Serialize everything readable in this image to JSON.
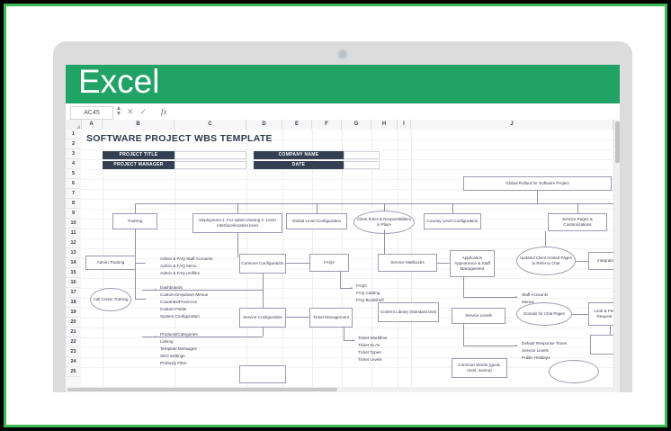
{
  "app": {
    "name": "Excel",
    "banner_color": "#21a366"
  },
  "formula_bar": {
    "name_box_value": "AC45",
    "cancel_icon": "×",
    "confirm_icon": "✓",
    "function_icon": "fx",
    "input_value": ""
  },
  "sheet": {
    "columns": [
      "A",
      "B",
      "C",
      "D",
      "E",
      "F",
      "G",
      "H",
      "I",
      "J"
    ],
    "rows": [
      "1",
      "2",
      "3",
      "4",
      "5",
      "6",
      "7",
      "8",
      "9",
      "10",
      "11",
      "12",
      "13",
      "14",
      "15",
      "16",
      "17",
      "18",
      "19",
      "20",
      "21",
      "22",
      "23",
      "24",
      "25"
    ],
    "title": "SOFTWARE PROJECT WBS TEMPLATE",
    "header_fields": [
      {
        "label": "PROJECT TITLE",
        "value": ""
      },
      {
        "label": "COMPANY NAME",
        "value": ""
      },
      {
        "label": "PROJECT MANAGER",
        "value": ""
      },
      {
        "label": "DATE",
        "value": ""
      }
    ],
    "header_label_color": "#343f52"
  },
  "diagram": {
    "root": "Global Rollout for Software Project",
    "nodes": [
      {
        "id": "training",
        "label": "Training"
      },
      {
        "id": "deployment",
        "label": "Deployment\n1. For admin training\n2. Level interface/location level"
      },
      {
        "id": "global-level-configuration",
        "label": "Global Level\nConfiguration"
      },
      {
        "id": "client-roles",
        "label": "Client Roles &\nResponsibilities in\nPlace"
      },
      {
        "id": "country-level-configuration",
        "label": "Country Level\nConfiguration"
      },
      {
        "id": "service-pages-customizations",
        "label": "Service Pages &\nCustomizations"
      },
      {
        "id": "admin-training",
        "label": "Admin Training"
      },
      {
        "id": "call-center-training",
        "label": "Call\nCenter\nTraining"
      },
      {
        "id": "common-configuration",
        "label": "Common\nConfiguration"
      },
      {
        "id": "faqs",
        "label": "FAQs"
      },
      {
        "id": "service-mailboxes",
        "label": "Service Mailboxes"
      },
      {
        "id": "application-appearance",
        "label": "Application\nAppearance\n& Staff\nManagement"
      },
      {
        "id": "updated-client-hosted-pages",
        "label": "Updated Client\nHosted Pages\nto Refer to\nChat"
      },
      {
        "id": "integrations",
        "label": "Integrations"
      },
      {
        "id": "service-configuration",
        "label": "Service\nConfiguration"
      },
      {
        "id": "ticket-management",
        "label": "Ticket\nManagement"
      },
      {
        "id": "content-library",
        "label": "Content Library\n(standard text)"
      },
      {
        "id": "service-levels",
        "label": "Service Levels"
      },
      {
        "id": "domain-for-chat-pages",
        "label": "Domain for\nChat Pages"
      },
      {
        "id": "look-feel-chat-request-page",
        "label": "Look & Feel\nChat Request\nPage"
      },
      {
        "id": "common-words",
        "label": "Common Words\n(good, must, wanna)"
      }
    ],
    "lists": [
      {
        "id": "admin-faq-list",
        "text": "Admin & FAQ Staff Accounts\nAdmin & FAQ Menu\nAdmin & FAQ profiles"
      },
      {
        "id": "dashboards-list",
        "text": "Dashboards\nCustom Dropdown Menus\nCountries/Provinces\nCustom Fields\nSystem Configuration"
      },
      {
        "id": "products-list",
        "text": "Products/Categories\nLinking\nTemplate Messages\nSEO Settings\nProfanity Filter"
      },
      {
        "id": "faq-list",
        "text": "FAQs\nFAQ Catalog\nFAQ Bookshelf"
      },
      {
        "id": "ticket-list",
        "text": "Ticket Workflow\nTicket SLAs\nTicket Types\nTicket Levels"
      },
      {
        "id": "staff-accounts-list",
        "text": "Staff Accounts\nMenus\nAccount Profiles"
      },
      {
        "id": "response-times-list",
        "text": "Default Response Times\nService Levels\nPublic Holidays"
      }
    ]
  }
}
